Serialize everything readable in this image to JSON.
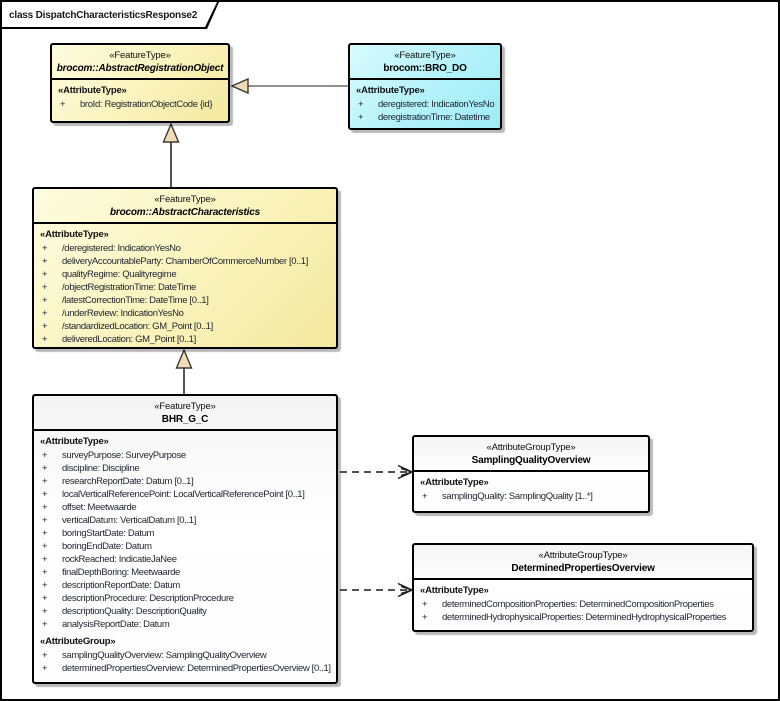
{
  "frame": {
    "title": "class DispatchCharacteristicsResponse2"
  },
  "colors": {
    "class_fill_yellow": "#FAF3BB",
    "class_fill_cyan": "#B3F2FA",
    "class_fill_white": "#FFFFFF",
    "border": "#000000",
    "generalization_arrow_fill": "#F1DDB5",
    "shadow": "#B9B9B9"
  },
  "classes": [
    {
      "stereotype": "«FeatureType»",
      "name": "brocom::AbstractRegistrationObject",
      "sections": [
        {
          "label": "«AttributeType»",
          "attrs": [
            {
              "v": "+",
              "t": "broId: RegistrationObjectCode {id}"
            }
          ]
        }
      ]
    },
    {
      "stereotype": "«FeatureType»",
      "name": "brocom::BRO_DO",
      "sections": [
        {
          "label": "«AttributeType»",
          "attrs": [
            {
              "v": "+",
              "t": "deregistered: IndicationYesNo"
            },
            {
              "v": "+",
              "t": "deregistrationTime: Datetime"
            }
          ]
        }
      ]
    },
    {
      "stereotype": "«FeatureType»",
      "name": "brocom::AbstractCharacteristics",
      "sections": [
        {
          "label": "«AttributeType»",
          "attrs": [
            {
              "v": "+",
              "t": "/deregistered: IndicationYesNo"
            },
            {
              "v": "+",
              "t": "deliveryAccountableParty: ChamberOfCommerceNumber [0..1]"
            },
            {
              "v": "+",
              "t": "qualityRegime: Qualityregime"
            },
            {
              "v": "+",
              "t": "/objectRegistrationTime: DateTime"
            },
            {
              "v": "+",
              "t": "/latestCorrectionTime: DateTime [0..1]"
            },
            {
              "v": "+",
              "t": "/underReview: IndicationYesNo"
            },
            {
              "v": "+",
              "t": "/standardizedLocation: GM_Point [0..1]"
            },
            {
              "v": "+",
              "t": "deliveredLocation: GM_Point [0..1]"
            }
          ]
        }
      ]
    },
    {
      "stereotype": "«FeatureType»",
      "name": "BHR_G_C",
      "sections": [
        {
          "label": "«AttributeType»",
          "attrs": [
            {
              "v": "+",
              "t": "surveyPurpose: SurveyPurpose"
            },
            {
              "v": "+",
              "t": "discipline: Discipline"
            },
            {
              "v": "+",
              "t": "researchReportDate: Datum [0..1]"
            },
            {
              "v": "+",
              "t": "localVerticalReferencePoint: LocalVerticalReferencePoint [0..1]"
            },
            {
              "v": "+",
              "t": "offset: Meetwaarde"
            },
            {
              "v": "+",
              "t": "verticalDatum: VerticalDatum [0..1]"
            },
            {
              "v": "+",
              "t": "boringStartDate: Datum"
            },
            {
              "v": "+",
              "t": "boringEndDate: Datum"
            },
            {
              "v": "+",
              "t": "rockReached: IndicatieJaNee"
            },
            {
              "v": "+",
              "t": "finalDepthBoring: Meetwaarde"
            },
            {
              "v": "+",
              "t": "descriptionReportDate: Datum"
            },
            {
              "v": "+",
              "t": "descriptionProcedure: DescriptionProcedure"
            },
            {
              "v": "+",
              "t": "descriptionQuality: DescriptionQuality"
            },
            {
              "v": "+",
              "t": "analysisReportDate: Datum"
            }
          ]
        },
        {
          "label": "«AttributeGroup»",
          "attrs": [
            {
              "v": "+",
              "t": "samplingQualityOverview: SamplingQualityOverview"
            },
            {
              "v": "+",
              "t": "determinedPropertiesOverview: DeterminedPropertiesOverview [0..1]"
            }
          ]
        }
      ]
    },
    {
      "stereotype": "«AttributeGroupType»",
      "name": "SamplingQualityOverview",
      "sections": [
        {
          "label": "«AttributeType»",
          "attrs": [
            {
              "v": "+",
              "t": "samplingQuality: SamplingQuality [1..*]"
            }
          ]
        }
      ]
    },
    {
      "stereotype": "«AttributeGroupType»",
      "name": "DeterminedPropertiesOverview",
      "sections": [
        {
          "label": "«AttributeType»",
          "attrs": [
            {
              "v": "+",
              "t": "determinedCompositionProperties: DeterminedCompositionProperties"
            },
            {
              "v": "+",
              "t": "determinedHydrophysicalProperties: DeterminedHydrophysicalProperties"
            }
          ]
        }
      ]
    }
  ],
  "connectors": [
    {
      "type": "generalization",
      "from": "brocom::BRO_DO",
      "to": "brocom::AbstractRegistrationObject"
    },
    {
      "type": "generalization",
      "from": "brocom::AbstractCharacteristics",
      "to": "brocom::AbstractRegistrationObject"
    },
    {
      "type": "generalization",
      "from": "BHR_G_C",
      "to": "brocom::AbstractCharacteristics"
    },
    {
      "type": "dependency",
      "from": "BHR_G_C",
      "to": "SamplingQualityOverview"
    },
    {
      "type": "dependency",
      "from": "BHR_G_C",
      "to": "DeterminedPropertiesOverview"
    }
  ]
}
